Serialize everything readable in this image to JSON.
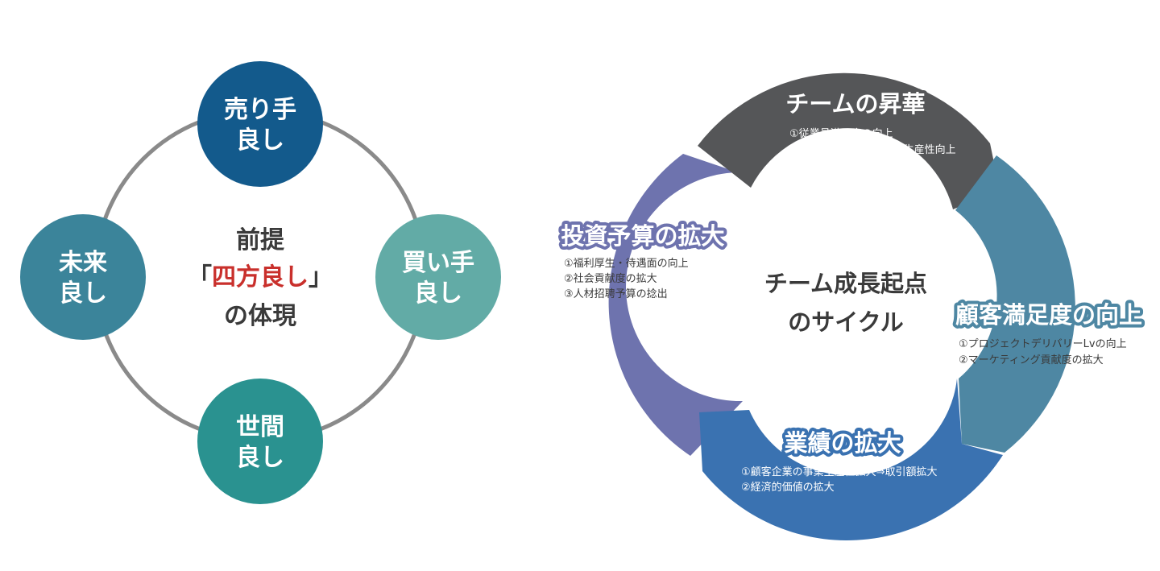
{
  "left_diagram": {
    "center": {
      "line1": "前提",
      "bracket_open": "「",
      "accent": "四方良し",
      "bracket_close": "」",
      "line3": "の体現"
    },
    "nodes": [
      {
        "id": "top",
        "line1": "売り手",
        "line2": "良し",
        "color": "#135a8c"
      },
      {
        "id": "right",
        "line1": "買い手",
        "line2": "良し",
        "color": "#62aba6"
      },
      {
        "id": "bottom",
        "line1": "世間",
        "line2": "良し",
        "color": "#2a9290"
      },
      {
        "id": "left",
        "line1": "未来",
        "line2": "良し",
        "color": "#3b849a"
      }
    ],
    "ring_color": "#8a8a8a",
    "accent_color": "#c9302c"
  },
  "right_diagram": {
    "center": {
      "line1": "チーム成長起点",
      "line2": "のサイクル"
    },
    "segments": [
      {
        "id": "team",
        "title": "チームの昇華",
        "items": [
          "①従業員満足度の向上",
          "②個々のスキルの向上・生産性向上"
        ],
        "color": "#555658"
      },
      {
        "id": "customer",
        "title": "顧客満足度の向上",
        "items": [
          "①プロジェクトデリバリーLvの向上",
          "②マーケティング貢献度の拡大"
        ],
        "color": "#4e87a3"
      },
      {
        "id": "results",
        "title": "業績の拡大",
        "items": [
          "①顧客企業の事業生産性拡大⇒取引額拡大",
          "②経済的価値の拡大"
        ],
        "color": "#3a72b1"
      },
      {
        "id": "invest",
        "title": "投資予算の拡大",
        "items": [
          "①福利厚生・待遇面の向上",
          "②社会貢献度の拡大",
          "③人材招聘予算の捻出"
        ],
        "color": "#6e73ae"
      }
    ]
  }
}
